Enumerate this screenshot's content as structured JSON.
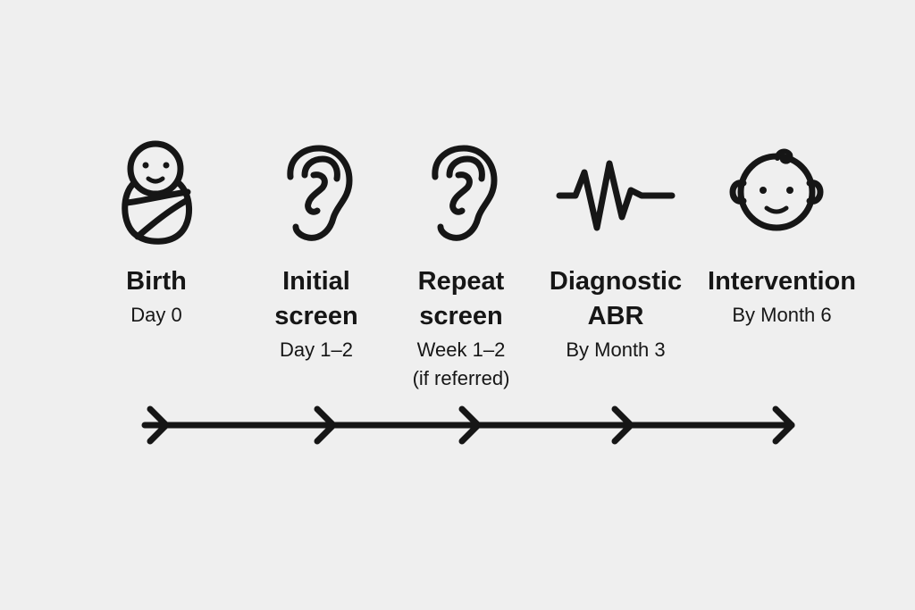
{
  "steps": [
    {
      "title": [
        "Birth"
      ],
      "sub": [
        "Day 0"
      ],
      "icon": "swaddled-baby-icon"
    },
    {
      "title": [
        "Initial",
        "screen"
      ],
      "sub": [
        "Day 1–2"
      ],
      "icon": "ear-icon"
    },
    {
      "title": [
        "Repeat",
        "screen"
      ],
      "sub": [
        "Week 1–2",
        "(if referred)"
      ],
      "icon": "ear-icon"
    },
    {
      "title": [
        "Diagnostic",
        "ABR"
      ],
      "sub": [
        "By Month 3"
      ],
      "icon": "waveform-icon"
    },
    {
      "title": [
        "Intervention"
      ],
      "sub": [
        "By Month 6"
      ],
      "icon": "baby-face-icon"
    }
  ],
  "colors": {
    "background": "#efefef",
    "ink": "#161616"
  }
}
